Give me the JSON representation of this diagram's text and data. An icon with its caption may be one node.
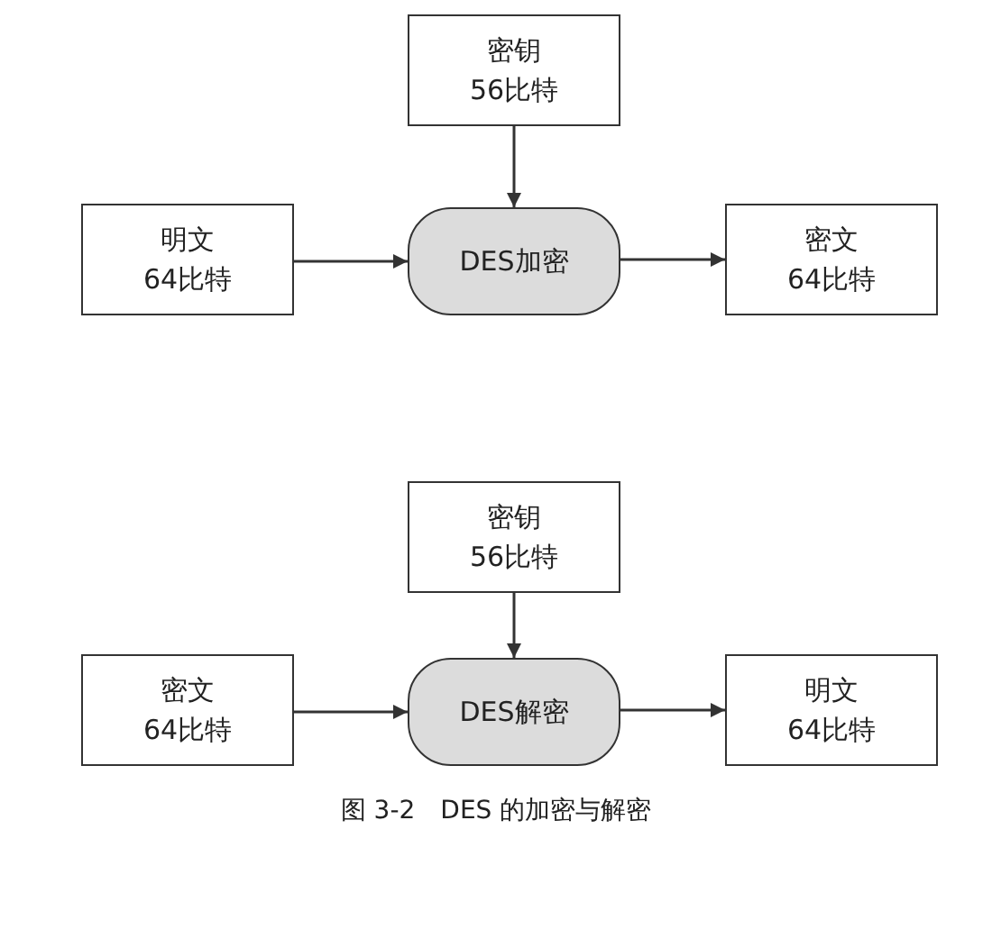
{
  "diagram": {
    "caption": "图 3-2　DES 的加密与解密",
    "nodes": [
      {
        "text": [
          "密钥",
          "56比特"
        ]
      },
      {
        "text": [
          "明文",
          "64比特"
        ]
      },
      {
        "text": [
          "DES加密"
        ]
      },
      {
        "text": [
          "密文",
          "64比特"
        ]
      },
      {
        "text": [
          "密钥",
          "56比特"
        ]
      },
      {
        "text": [
          "密文",
          "64比特"
        ]
      },
      {
        "text": [
          "DES解密"
        ]
      },
      {
        "text": [
          "明文",
          "64比特"
        ]
      }
    ],
    "edges": [
      {
        "from": 0,
        "to": 2,
        "arrow": "to"
      },
      {
        "from": 1,
        "to": 2,
        "arrow": "to"
      },
      {
        "from": 2,
        "to": 3,
        "arrow": "to"
      },
      {
        "from": 4,
        "to": 6,
        "arrow": "to"
      },
      {
        "from": 5,
        "to": 6,
        "arrow": "to"
      },
      {
        "from": 6,
        "to": 7,
        "arrow": "to"
      }
    ]
  }
}
